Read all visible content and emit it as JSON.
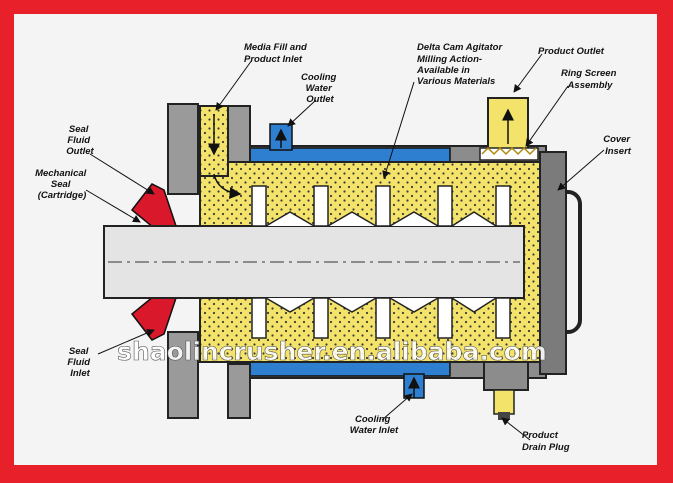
{
  "labels": {
    "media_fill": [
      "Media Fill and",
      "Product Inlet"
    ],
    "cooling_outlet": [
      "Cooling",
      "Water",
      "Outlet"
    ],
    "agitator": [
      "Delta Cam Agitator",
      "Milling Action-",
      "Available in",
      "Various Materials"
    ],
    "product_outlet": [
      "Product Outlet"
    ],
    "ring_screen": [
      "Ring Screen",
      "Assembly"
    ],
    "cover_insert": [
      "Cover",
      "Insert"
    ],
    "seal_fluid_outlet": [
      "Seal",
      "Fluid",
      "Outlet"
    ],
    "mechanical_seal": [
      "Mechanical",
      "Seal",
      "(Cartridge)"
    ],
    "seal_fluid_inlet": [
      "Seal",
      "Fluid",
      "Inlet"
    ],
    "cooling_inlet": [
      "Cooling",
      "Water Inlet"
    ],
    "drain_plug": [
      "Product",
      "Drain Plug"
    ]
  },
  "watermark": "shaolincrusher.en.alibaba.com",
  "colors": {
    "border": "#e8202a",
    "media": "#f4e36a",
    "cooling_jacket": "#2e7fd0",
    "seal": "#d9182b",
    "shaft": "#e4e4e4",
    "housing": "#8c8c8c"
  }
}
